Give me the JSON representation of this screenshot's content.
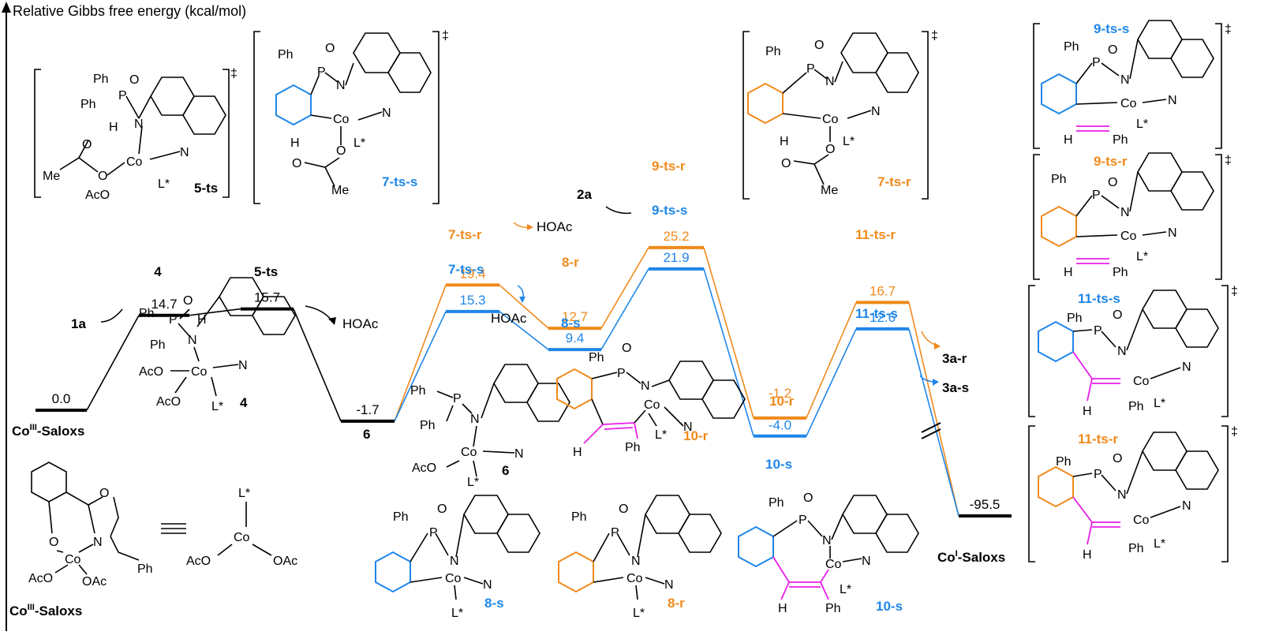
{
  "figure": {
    "axis_label": "Relative Gibbs free energy (kcal/mol)",
    "colors": {
      "neutral": "#000000",
      "r_path": "#ef8a1c",
      "s_path": "#1f86e8",
      "vinyl": "#e81ee8"
    }
  },
  "chart_data": {
    "type": "energy_profile",
    "ylabel": "Relative Gibbs free energy (kcal/mol)",
    "common_path": [
      {
        "state": "CoIII-Saloxs",
        "energy": 0.0,
        "energy_label": "0.0"
      },
      {
        "state": "4",
        "energy": 14.7,
        "energy_label": "14.7"
      },
      {
        "state": "5-ts",
        "energy": 15.7,
        "energy_label": "15.7"
      },
      {
        "state": "6",
        "energy": -1.7,
        "energy_label": "-1.7"
      }
    ],
    "series": [
      {
        "name": "r",
        "color": "#ef8a1c",
        "points": [
          {
            "state": "7-ts-r",
            "energy": 19.4,
            "energy_label": "19.4"
          },
          {
            "state": "8-r",
            "energy": 12.7,
            "energy_label": "12.7"
          },
          {
            "state": "9-ts-r",
            "energy": 25.2,
            "energy_label": "25.2"
          },
          {
            "state": "10-r",
            "energy": -1.2,
            "energy_label": "-1.2"
          },
          {
            "state": "11-ts-r",
            "energy": 16.7,
            "energy_label": "16.7"
          }
        ]
      },
      {
        "name": "s",
        "color": "#1f86e8",
        "points": [
          {
            "state": "7-ts-s",
            "energy": 15.3,
            "energy_label": "15.3"
          },
          {
            "state": "8-s",
            "energy": 9.4,
            "energy_label": "9.4"
          },
          {
            "state": "9-ts-s",
            "energy": 21.9,
            "energy_label": "21.9"
          },
          {
            "state": "10-s",
            "energy": -4.0,
            "energy_label": "-4.0"
          },
          {
            "state": "11-ts-s",
            "energy": 12.6,
            "energy_label": "12.6"
          }
        ]
      }
    ],
    "final": {
      "state": "CoI-Saloxs",
      "energy": -95.5,
      "energy_label": "-95.5"
    },
    "annotations": [
      "1a",
      "HOAc",
      "HOAc",
      "HOAc",
      "2a",
      "3a-r",
      "3a-s"
    ]
  },
  "text": {
    "co3_saloxs_base": "Co",
    "co3_saloxs_sup": "III",
    "co3_saloxs_rest": "-Saloxs",
    "co1_saloxs_base": "Co",
    "co1_saloxs_sup": "I",
    "co1_saloxs_rest": "-Saloxs",
    "lbl_4": "4",
    "lbl_5ts": "5-ts",
    "lbl_6": "6",
    "lbl_7tsr": "7-ts-r",
    "lbl_7tss": "7-ts-s",
    "lbl_8r": "8-r",
    "lbl_8s": "8-s",
    "lbl_9tsr": "9-ts-r",
    "lbl_9tss": "9-ts-s",
    "lbl_10r": "10-r",
    "lbl_10s": "10-s",
    "lbl_11tsr": "11-ts-r",
    "lbl_11tss": "11-ts-s",
    "r1a": "1a",
    "hoac": "HOAc",
    "r2a": "2a",
    "p3ar": "3a-r",
    "p3as": "3a-s",
    "dagger": "‡",
    "ph": "Ph",
    "p": "P",
    "o": "O",
    "n": "N",
    "h": "H",
    "co": "Co",
    "lstar": "L*",
    "aco": "AcO",
    "oac": "OAc",
    "me": "Me"
  }
}
